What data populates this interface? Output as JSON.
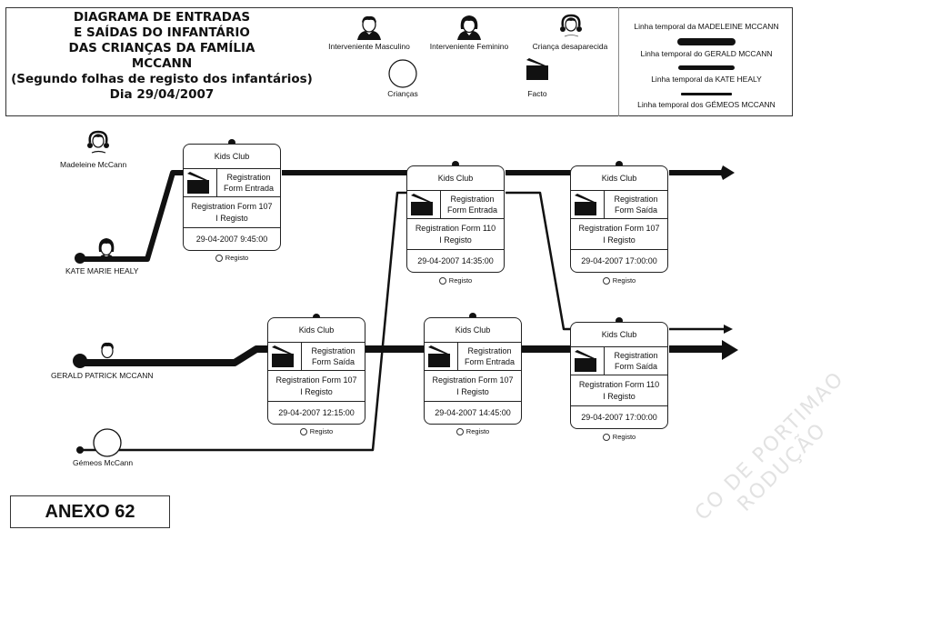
{
  "header": {
    "title_lines": [
      "DIAGRAMA DE ENTRADAS",
      "E SAÍDAS DO INFANTÁRIO",
      "DAS CRIANÇAS DA FAMÍLIA",
      "MCCANN",
      "(Segundo folhas de registo dos infantários)",
      "Dia 29/04/2007"
    ]
  },
  "legend": {
    "icons": [
      {
        "label": "Interveniente Masculino",
        "icon": "male-person-icon"
      },
      {
        "label": "Interveniente Feminino",
        "icon": "female-person-icon"
      },
      {
        "label": "Criança desaparecida",
        "icon": "missing-child-icon"
      },
      {
        "label": "Crianças",
        "icon": "children-circle-icon"
      },
      {
        "label": "Facto",
        "icon": "clapperboard-icon"
      }
    ],
    "lines": [
      {
        "label": "Linha temporal da MADELEINE MCCANN"
      },
      {
        "label": "Linha temporal do GERALD MCCANN"
      },
      {
        "label": "Linha temporal da KATE HEALY"
      },
      {
        "label": "Linha temporal dos GÉMEOS MCCANN"
      }
    ]
  },
  "persons": [
    {
      "name": "Madeleine McCann",
      "icon": "missing-child-icon"
    },
    {
      "name": "KATE MARIE HEALY",
      "icon": "female-person-icon"
    },
    {
      "name": "GERALD PATRICK MCCANN",
      "icon": "male-person-icon"
    },
    {
      "name": "Gémeos McCann",
      "icon": "children-circle-icon"
    }
  ],
  "events": [
    {
      "club": "Kids Club",
      "type_line1": "Registration",
      "type_line2": "Form Entrada",
      "form_line1": "Registration Form 107",
      "form_line2": "I Registo",
      "datetime": "29-04-2007 9:45:00",
      "label": "Registo"
    },
    {
      "club": "Kids Club",
      "type_line1": "Registration",
      "type_line2": "Form Entrada",
      "form_line1": "Registration Form 110",
      "form_line2": "I Registo",
      "datetime": "29-04-2007 14:35:00",
      "label": "Registo"
    },
    {
      "club": "Kids Club",
      "type_line1": "Registration",
      "type_line2": "Form Saída",
      "form_line1": "Registration Form 107",
      "form_line2": "I Registo",
      "datetime": "29-04-2007 17:00:00",
      "label": "Registo"
    },
    {
      "club": "Kids Club",
      "type_line1": "Registration",
      "type_line2": "Form Saída",
      "form_line1": "Registration Form 107",
      "form_line2": "I Registo",
      "datetime": "29-04-2007 12:15:00",
      "label": "Registo"
    },
    {
      "club": "Kids Club",
      "type_line1": "Registration",
      "type_line2": "Form Entrada",
      "form_line1": "Registration Form 107",
      "form_line2": "I Registo",
      "datetime": "29-04-2007 14:45:00",
      "label": "Registo"
    },
    {
      "club": "Kids Club",
      "type_line1": "Registration",
      "type_line2": "Form Saída",
      "form_line1": "Registration Form 110",
      "form_line2": "I Registo",
      "datetime": "29-04-2007 17:00:00",
      "label": "Registo"
    }
  ],
  "annex": {
    "label": "ANEXO 62"
  },
  "watermark": {
    "line1": "CO DE PORTIMAO",
    "line2": "RODUÇÃO"
  },
  "colors": {
    "ink": "#111111",
    "paper": "#ffffff",
    "watermark": "#d6d6d6"
  }
}
